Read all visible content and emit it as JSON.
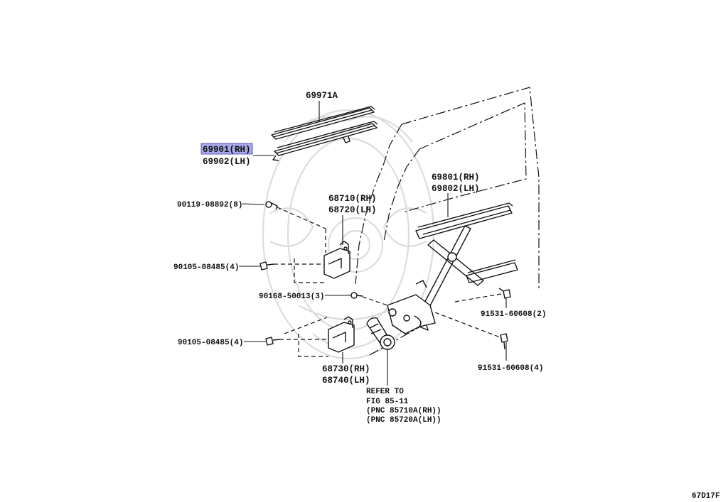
{
  "labels": {
    "glass_run_upper": "69971A",
    "glass_run_rh": "69901(RH)",
    "glass_run_lh": "69902(LH)",
    "regulator_rh": "69801(RH)",
    "regulator_lh": "69802(LH)",
    "hinge_upper_rh": "68710(RH)",
    "hinge_upper_lh": "68720(LH)",
    "hinge_lower_rh": "68730(RH)",
    "hinge_lower_lh": "68740(LH)",
    "bolt_90119": "90119-08892(8)",
    "bolt_90105_upper": "90105-08485(4)",
    "bolt_90168": "90168-50013(3)",
    "bolt_90105_lower": "90105-08485(4)",
    "bolt_91531_upper": "91531-60608(2)",
    "bolt_91531_lower": "91531-60608(4)",
    "refer_line1": "REFER TO",
    "refer_line2": "FIG 85-11",
    "refer_line3": "(PNC 85710A(RH))",
    "refer_line4": "(PNC 85720A(LH))",
    "figure_code": "67D17F"
  },
  "highlight": {
    "color": "#a8a8e8"
  }
}
